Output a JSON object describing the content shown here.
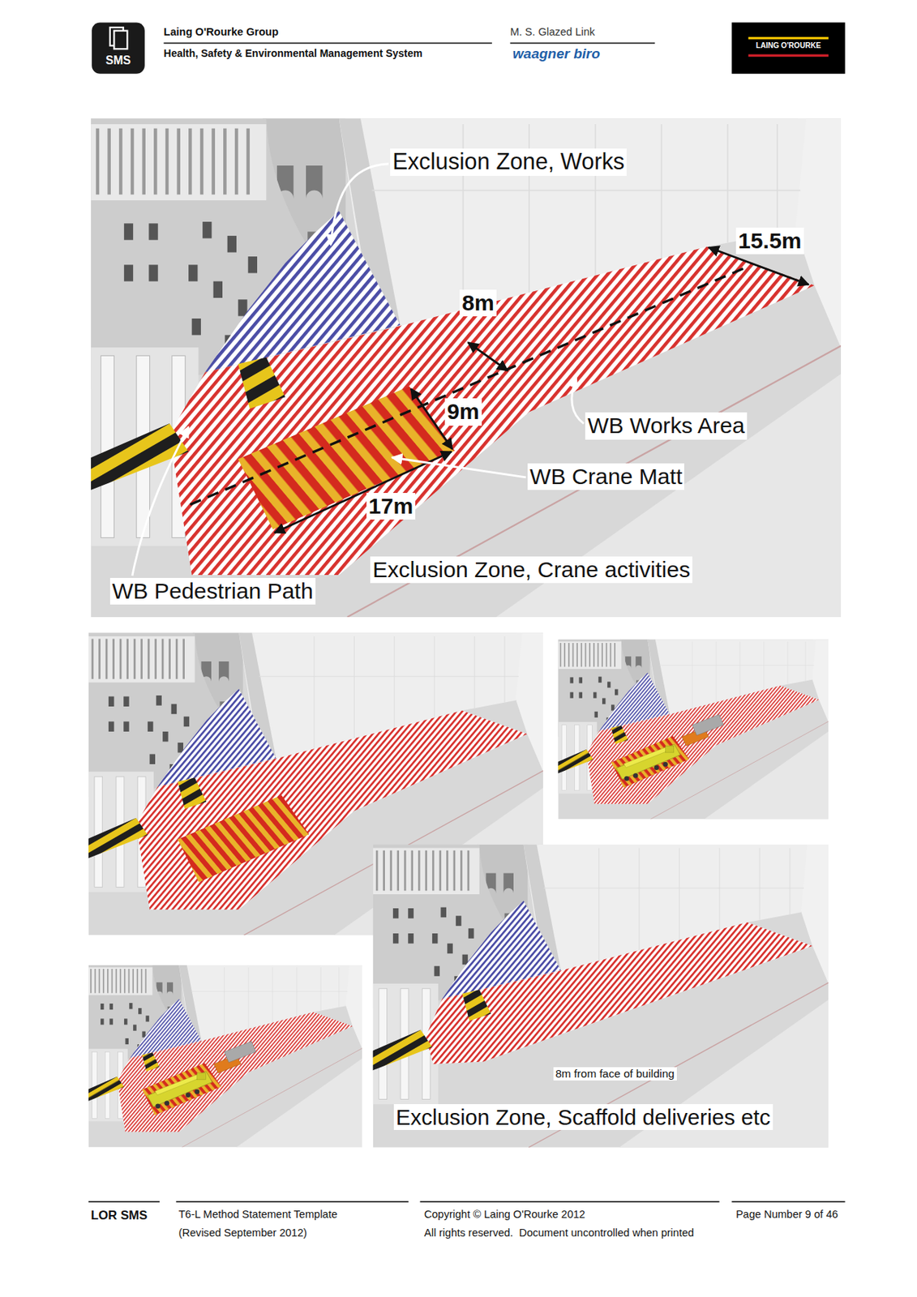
{
  "diagram": {
    "labels": [
      "SMS",
      "Laing O'Rourke Group",
      "Health, Safety & Environmental Management System",
      "M. S. Glazed Link",
      "waagner biro",
      "LAING O'ROURKE",
      "Exclusion Zone, Works",
      "15.5m",
      "8m",
      "9m",
      "WB Works Area",
      "WB Crane Matt",
      "17m",
      "Exclusion Zone, Crane activities",
      "WB Pedestrian Path",
      "8m from face of building",
      "Exclusion Zone, Scaffold deliveries etc",
      "LOR SMS",
      "T6-L Method Statement Template",
      "(Revised September 2012)",
      "Copyright © Laing O'Rourke 2012",
      "All rights reserved.  Document uncontrolled when printed",
      "Page Number 9 of 46"
    ]
  }
}
